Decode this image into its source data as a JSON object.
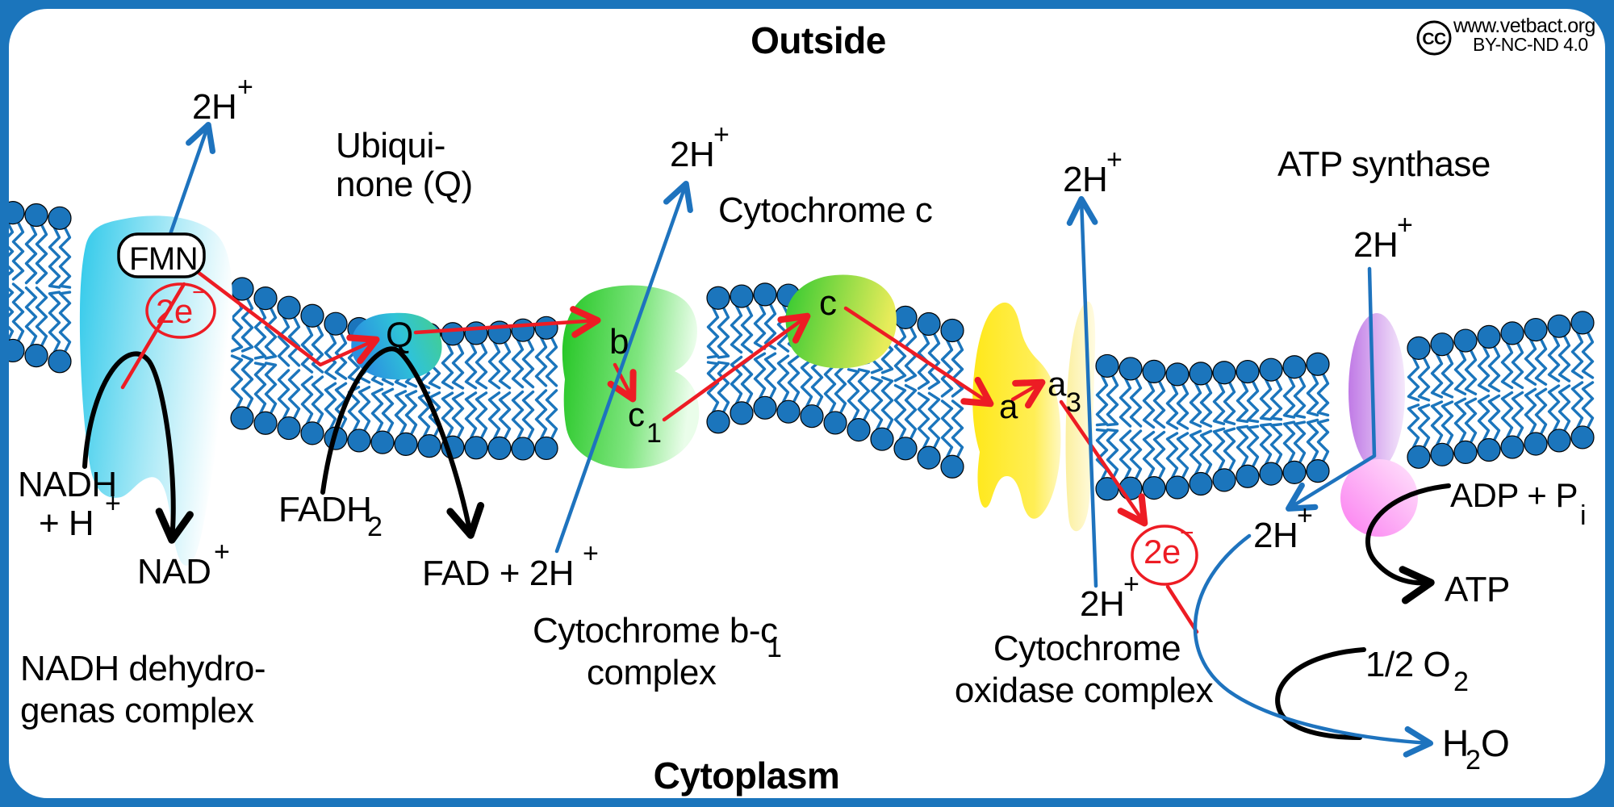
{
  "header": {
    "outside": "Outside",
    "cytoplasm": "Cytoplasm"
  },
  "credit": {
    "cc": "CC",
    "url": "www.vetbact.org",
    "license": "BY-NC-ND 4.0"
  },
  "proton": {
    "base": "2H",
    "sup": "+"
  },
  "electron": {
    "base": "2e",
    "sup": "−"
  },
  "complexes": {
    "nadh_dehydrogenase": {
      "line1": "NADH dehydro-",
      "line2": "genas complex",
      "cofactor": "FMN"
    },
    "ubiquinone": {
      "line1": "Ubiqui-",
      "line2": "none (Q)",
      "site": "Q"
    },
    "bc1": {
      "line1_base": "Cytochrome b-c",
      "line1_sub": "1",
      "line2": "complex",
      "site_b": "b",
      "site_c1_base": "c",
      "site_c1_sub": "1"
    },
    "cytochrome_c": {
      "label": "Cytochrome c",
      "site": "c"
    },
    "oxidase": {
      "line1": "Cytochrome",
      "line2": "oxidase complex",
      "site_a": "a",
      "site_a3_base": "a",
      "site_a3_sub": "3"
    },
    "atp_synthase": {
      "label": "ATP synthase"
    }
  },
  "molecules": {
    "nadh": "NADH",
    "h_plus_base": "+ H",
    "h_plus_sup": "+",
    "nad_base": "NAD",
    "nad_sup": "+",
    "fadh_base": "FADH",
    "fadh_sub": "2",
    "fad_base": "FAD + 2H",
    "fad_sup": "+",
    "adp_base": "ADP + P",
    "adp_sub": "i",
    "atp": "ATP",
    "o2_base": "1/2 O",
    "o2_sub": "2",
    "h2o_h": "H",
    "h2o_sub": "2",
    "h2o_o": "O"
  },
  "colors": {
    "frame": "#1b75bc",
    "membrane": "#1b75bc",
    "arrow_blue": "#1e73be",
    "electron_red": "#ed1c24",
    "nadh_complex_cyan": "#2fc9ea",
    "q_blue": "#2b90e0",
    "q_teal": "#2fc3d8",
    "q_green": "#46cf8a",
    "bc1_green": "#22c522",
    "cytc_green": "#30c930",
    "cytc_yellow": "#e8ec5a",
    "oxidase_yellow": "#ffe81a",
    "synthase_violet": "#c07ae6",
    "synthase_pink": "#fb7df0"
  }
}
